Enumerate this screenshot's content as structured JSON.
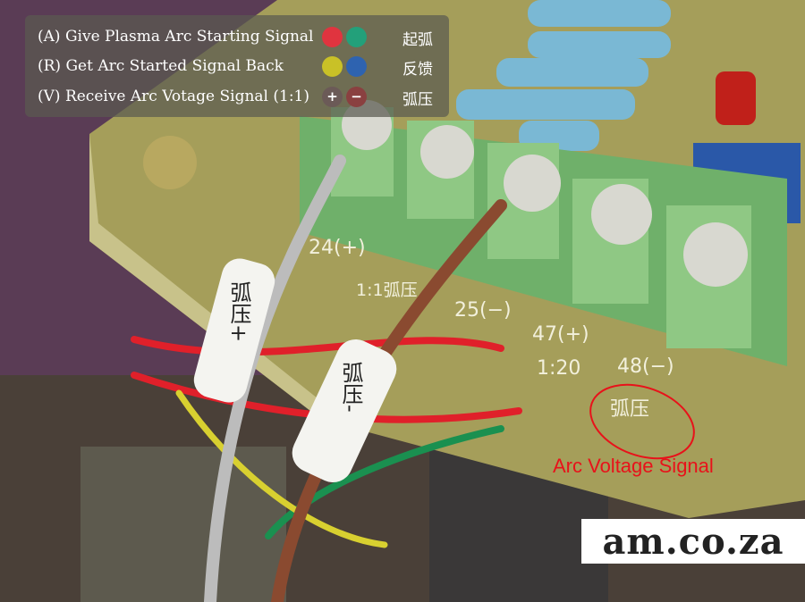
{
  "legend": {
    "rows": [
      {
        "label": "(A) Give Plasma Arc Starting Signal",
        "chinese": "起弧",
        "colors": [
          "#e0343f",
          "#23a07a"
        ]
      },
      {
        "label": "(R) Get Arc Started Signal Back",
        "chinese": "反馈",
        "colors": [
          "#c9c127",
          "#2e63b0"
        ]
      },
      {
        "label": "(V) Receive Arc Votage Signal (1:1)",
        "chinese": "弧压",
        "symbols": [
          "+",
          "−"
        ],
        "colors": [
          "#6b5a57",
          "#8a4040"
        ]
      }
    ]
  },
  "board_silkscreen": {
    "t24": "24(+)",
    "ratio1": "1:1弧压",
    "t25": "25(−)",
    "t47": "47(+)",
    "t48": "48(−)",
    "ratio20": "1:20",
    "arc_cn": "弧压"
  },
  "sleeves": {
    "plus": "弧压+",
    "minus": "弧压-"
  },
  "annotation": {
    "label": "Arc Voltage Signal",
    "color": "#e8121a"
  },
  "watermark": {
    "text": "am.co.za"
  }
}
